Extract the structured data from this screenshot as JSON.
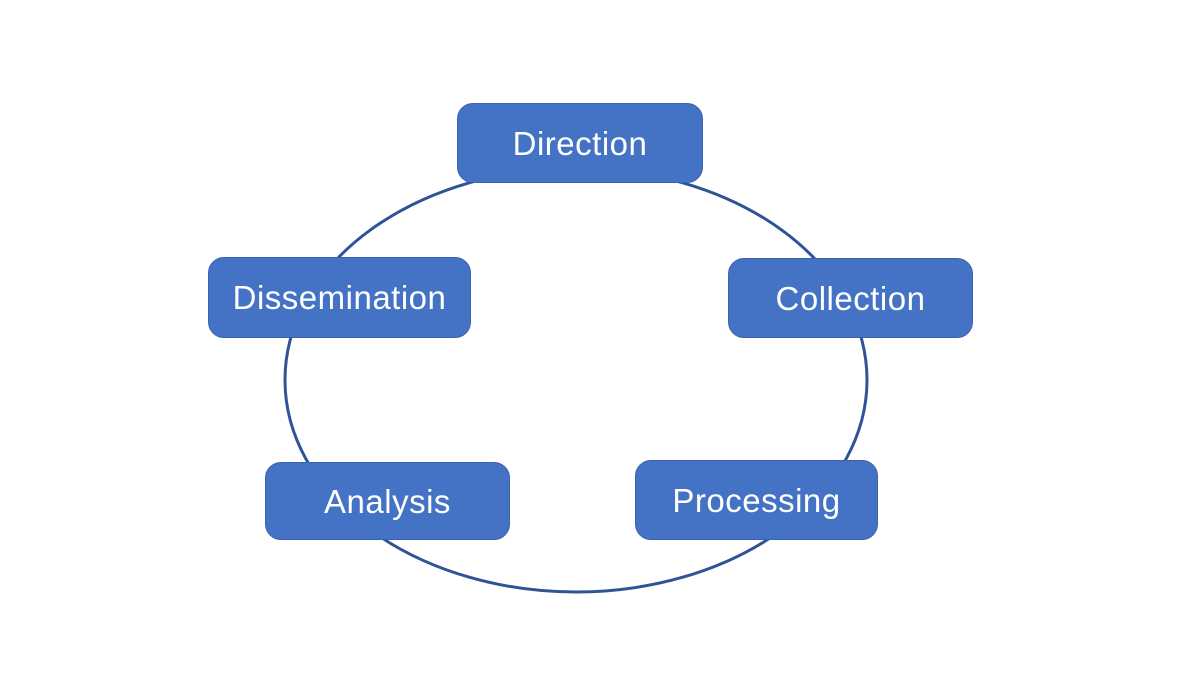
{
  "diagram": {
    "type": "cycle",
    "background_color": "#ffffff",
    "ellipse_stroke_color": "#2F5496",
    "node_fill_color": "#4472C4",
    "node_border_color": "#3A62B0",
    "node_text_color": "#ffffff",
    "nodes": [
      {
        "id": "direction",
        "label": "Direction",
        "position": "top"
      },
      {
        "id": "collection",
        "label": "Collection",
        "position": "upper-right"
      },
      {
        "id": "processing",
        "label": "Processing",
        "position": "lower-right"
      },
      {
        "id": "analysis",
        "label": "Analysis",
        "position": "lower-left"
      },
      {
        "id": "dissemination",
        "label": "Dissemination",
        "position": "upper-left"
      }
    ]
  }
}
